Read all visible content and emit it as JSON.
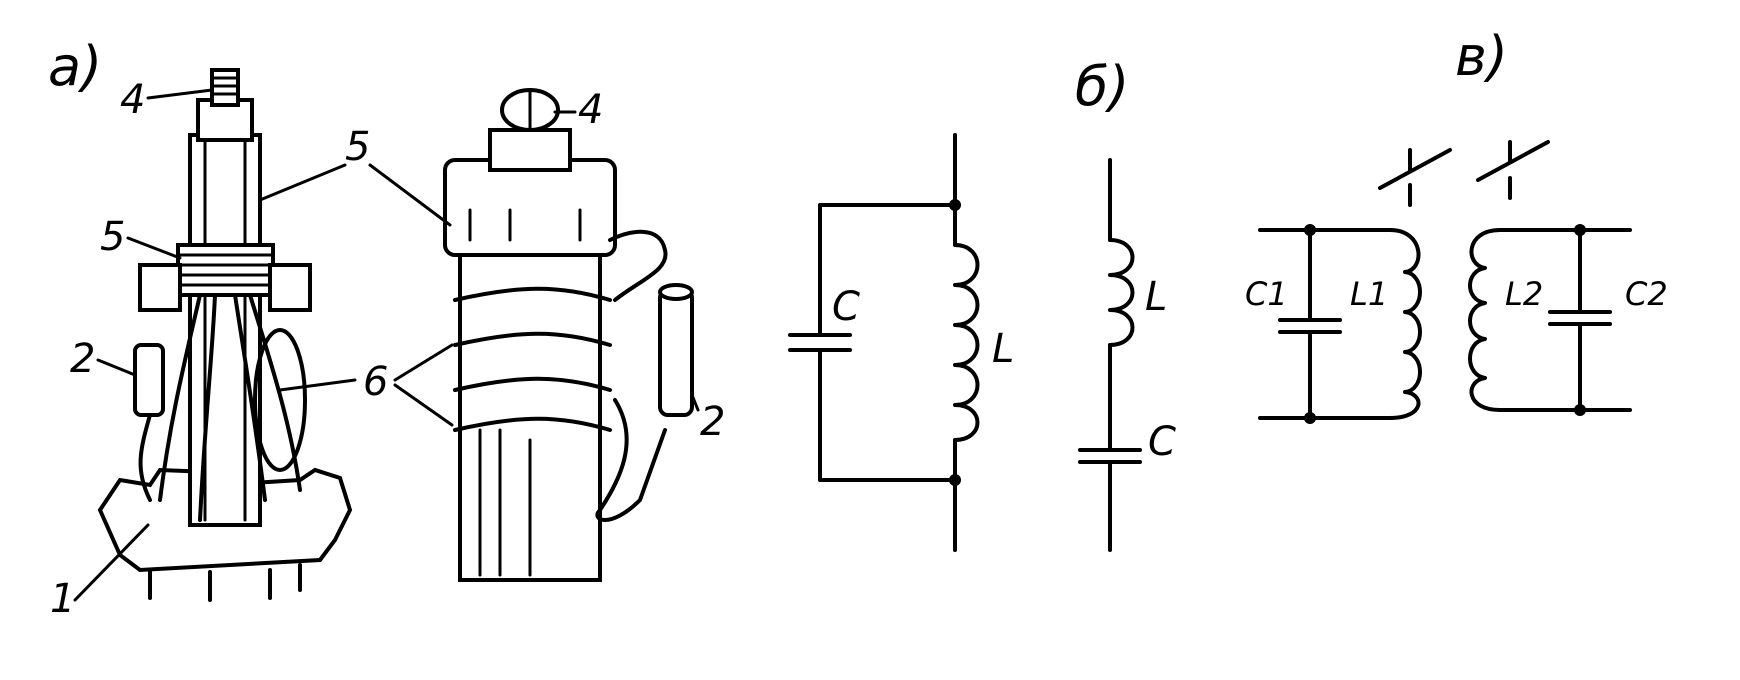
{
  "figure": {
    "panel_a": {
      "label": "а)"
    },
    "panel_b": {
      "label": "б)"
    },
    "panel_v": {
      "label": "в)"
    },
    "part_labels": {
      "p1": "1",
      "p2_left": "2",
      "p2_right": "2",
      "p4_left": "4",
      "p4_right": "4",
      "p5_top": "5",
      "p5_left": "5",
      "p6": "6"
    },
    "parallel_circuit": {
      "cap": "C",
      "ind": "L"
    },
    "series_circuit": {
      "cap": "C",
      "ind": "L"
    },
    "coupled_circuit": {
      "c1": "C1",
      "l1": "L1",
      "l2": "L2",
      "c2": "C2"
    }
  }
}
